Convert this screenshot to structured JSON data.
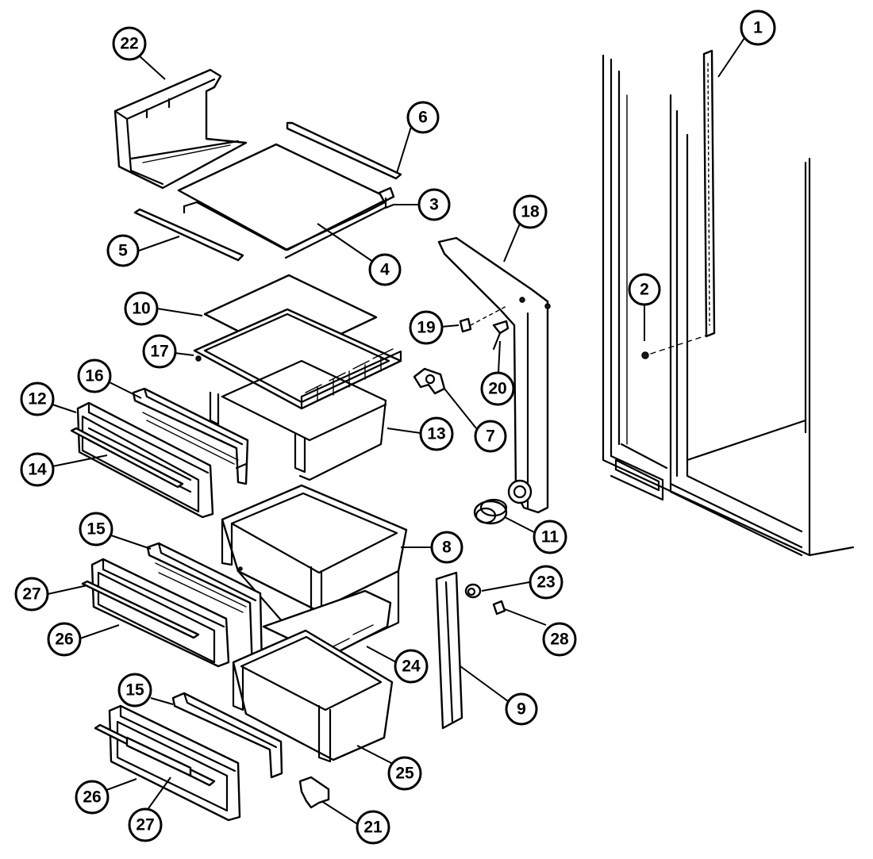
{
  "diagram": {
    "callouts": [
      {
        "label": "1"
      },
      {
        "label": "2"
      },
      {
        "label": "3"
      },
      {
        "label": "4"
      },
      {
        "label": "5"
      },
      {
        "label": "6"
      },
      {
        "label": "7"
      },
      {
        "label": "8"
      },
      {
        "label": "9"
      },
      {
        "label": "10"
      },
      {
        "label": "11"
      },
      {
        "label": "12"
      },
      {
        "label": "13"
      },
      {
        "label": "14"
      },
      {
        "label": "15"
      },
      {
        "label": "15"
      },
      {
        "label": "16"
      },
      {
        "label": "17"
      },
      {
        "label": "18"
      },
      {
        "label": "19"
      },
      {
        "label": "20"
      },
      {
        "label": "21"
      },
      {
        "label": "22"
      },
      {
        "label": "23"
      },
      {
        "label": "24"
      },
      {
        "label": "25"
      },
      {
        "label": "26"
      },
      {
        "label": "26"
      },
      {
        "label": "27"
      },
      {
        "label": "27"
      },
      {
        "label": "28"
      }
    ]
  },
  "colors": {
    "ink": "#000000",
    "paper": "#ffffff"
  }
}
